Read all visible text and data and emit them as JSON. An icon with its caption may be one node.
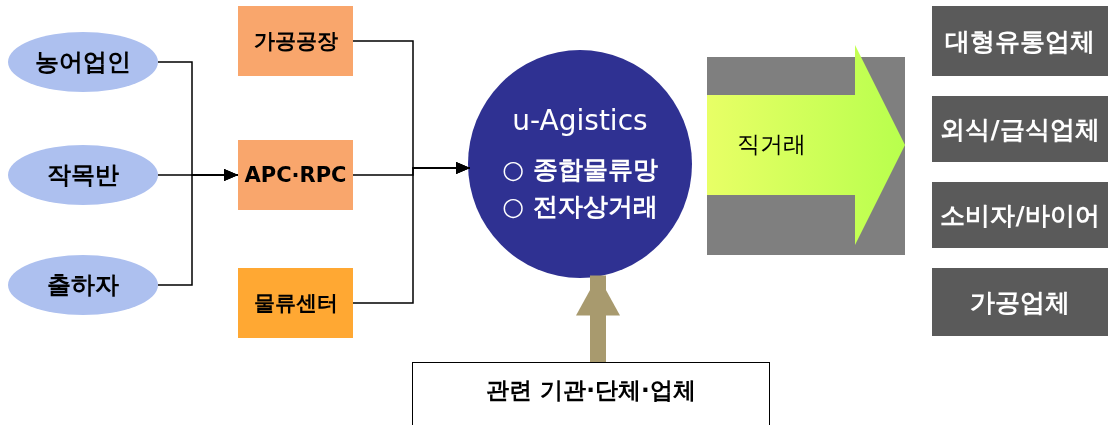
{
  "diagram": {
    "nodes": [
      {
        "text": [
          "농어업인"
        ]
      },
      {
        "text": [
          "작목반"
        ]
      },
      {
        "text": [
          "출하자"
        ]
      },
      {
        "text": [
          "가공공장"
        ]
      },
      {
        "text": [
          "APC·RPC"
        ]
      },
      {
        "text": [
          "물류센터"
        ]
      },
      {
        "text": [
          "u-Agistics",
          "○ 종합물류망",
          "○ 전자상거래"
        ]
      },
      {
        "text": [
          "직거래"
        ]
      },
      {
        "text": [
          "대형유통업체"
        ]
      },
      {
        "text": [
          "외식/급식업체"
        ]
      },
      {
        "text": [
          "소비자/바이어"
        ]
      },
      {
        "text": [
          "가공업체"
        ]
      },
      {
        "text": [
          "관련 기관·단체·업체"
        ]
      }
    ],
    "edges": [
      {
        "from": 0,
        "to": 4,
        "arrow": "to"
      },
      {
        "from": 1,
        "to": 4,
        "arrow": "to"
      },
      {
        "from": 2,
        "to": 4,
        "arrow": "to"
      },
      {
        "from": 3,
        "to": 6,
        "arrow": "to"
      },
      {
        "from": 4,
        "to": 6,
        "arrow": "to"
      },
      {
        "from": 5,
        "to": 6,
        "arrow": "to"
      },
      {
        "from": 12,
        "to": 6,
        "arrow": "to",
        "style": "thick",
        "color": "#a89a6e"
      }
    ]
  }
}
